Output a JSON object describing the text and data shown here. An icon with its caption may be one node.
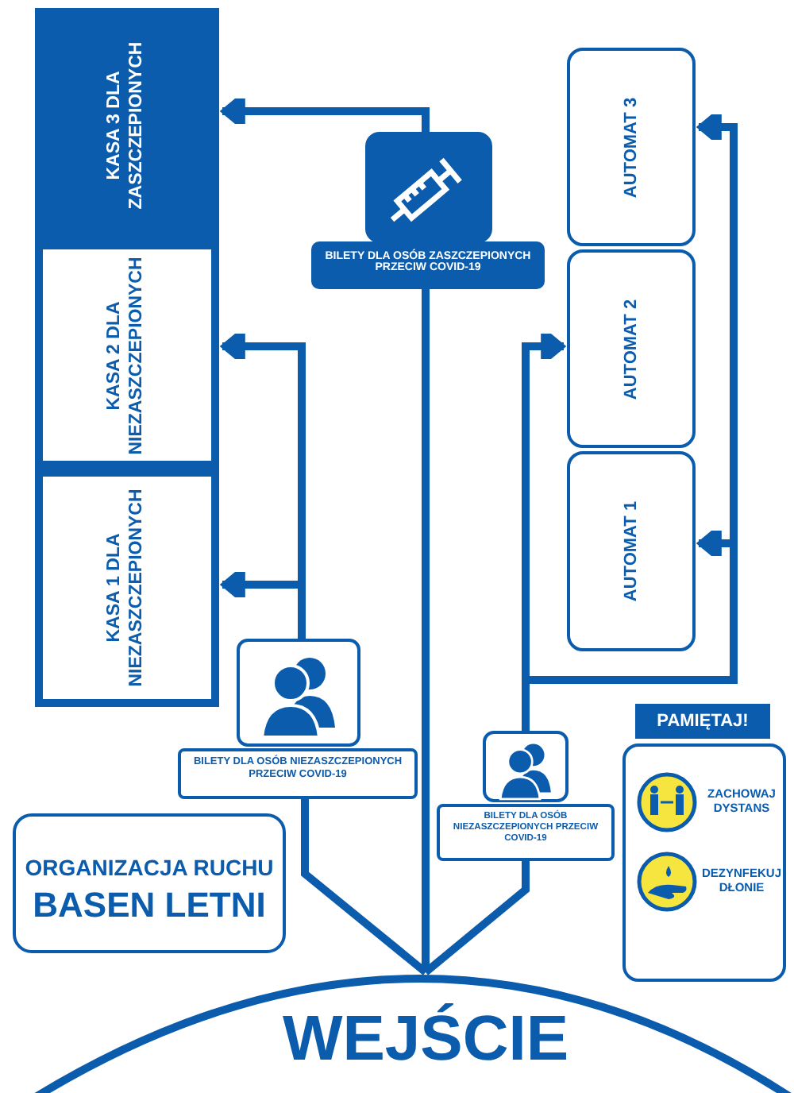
{
  "diagram": {
    "nodes": [
      {
        "text": [
          "KASA 3 DLA ZASZCZEPIONYCH"
        ]
      },
      {
        "text": [
          "KASA 2 DLA NIEZASZCZEPIONYCH"
        ]
      },
      {
        "text": [
          "KASA 1 DLA NIEZASZCZEPIONYCH"
        ]
      },
      {
        "text": [
          "AUTOMAT 3"
        ]
      },
      {
        "text": [
          "AUTOMAT 2"
        ]
      },
      {
        "text": [
          "AUTOMAT 1"
        ]
      },
      {
        "text": [
          "BILETY DLA OSÓB ZASZCZEPIONYCH PRZECIW COVID-19"
        ]
      },
      {
        "text": [
          "BILETY DLA OSÓB NIEZASZCZEPIONYCH PRZECIW COVID-19"
        ]
      },
      {
        "text": [
          "BILETY DLA OSÓB NIEZASZCZEPIONYCH PRZECIW COVID-19"
        ]
      },
      {
        "text": [
          "ORGANIZACJA RUCHU",
          "BASEN LETNI"
        ]
      },
      {
        "text": [
          "PAMIĘTAJ!",
          "ZACHOWAJ DYSTANS",
          "DEZYNFEKUJ DŁONIE"
        ]
      },
      {
        "text": [
          "WEJŚCIE"
        ]
      }
    ],
    "edges": [
      {
        "from": 11,
        "to": 6,
        "arrow": "none"
      },
      {
        "from": 11,
        "to": 7,
        "arrow": "none"
      },
      {
        "from": 11,
        "to": 8,
        "arrow": "none"
      },
      {
        "from": 6,
        "to": 0,
        "arrow": "to"
      },
      {
        "from": 7,
        "to": 1,
        "arrow": "to"
      },
      {
        "from": 7,
        "to": 2,
        "arrow": "to"
      },
      {
        "from": 8,
        "to": 4,
        "arrow": "to"
      },
      {
        "from": 8,
        "to": 3,
        "arrow": "to"
      },
      {
        "from": 8,
        "to": 5,
        "arrow": "to"
      }
    ]
  }
}
